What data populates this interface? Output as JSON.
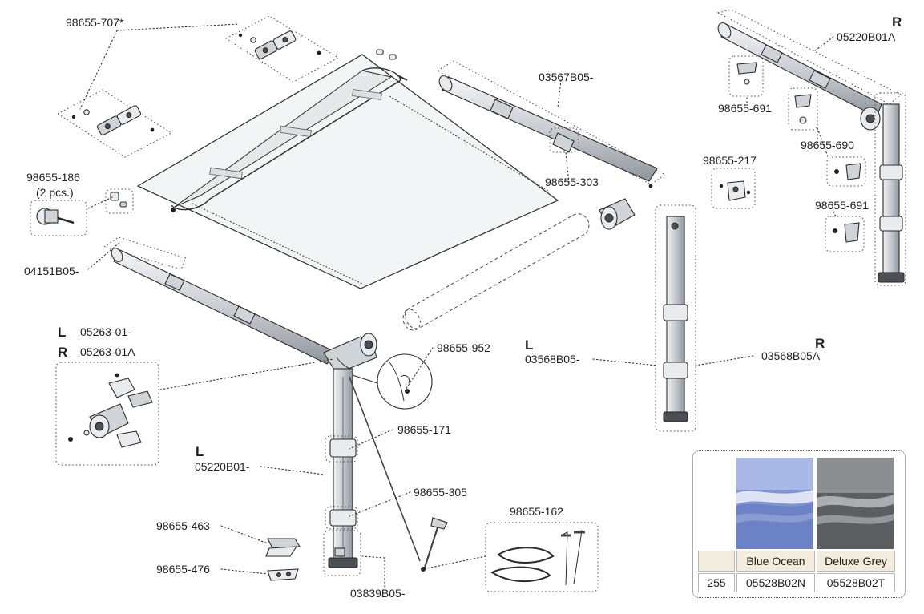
{
  "labels": {
    "p98655_707": "98655-707*",
    "p98655_186": "98655-186",
    "p2pcs": "(2 pcs.)",
    "p04151B05": "04151B05-",
    "p05263_01": "05263-01-",
    "p05263_01A": "05263-01A",
    "p05220B01": "05220B01-",
    "p98655_463": "98655-463",
    "p98655_476": "98655-476",
    "p03839B05": "03839B05-",
    "p98655_952": "98655-952",
    "p98655_171": "98655-171",
    "p98655_305": "98655-305",
    "p98655_162": "98655-162",
    "p03567B05": "03567B05-",
    "p98655_303": "98655-303",
    "p98655_217": "98655-217",
    "p03568B05": "03568B05-",
    "p03568B05A": "03568B05A",
    "p05220B01A": "05220B01A",
    "p98655_691a": "98655-691",
    "p98655_690": "98655-690",
    "p98655_691b": "98655-691"
  },
  "sides": {
    "left": "L",
    "right": "R"
  },
  "swatches": {
    "header_blank": "",
    "blue_name": "Blue Ocean",
    "grey_name": "Deluxe Grey",
    "row_label": "255",
    "blue_code": "05528B02N",
    "grey_code": "05528B02T",
    "blue_color": "#6f86c4",
    "grey_color": "#6d6e72"
  }
}
